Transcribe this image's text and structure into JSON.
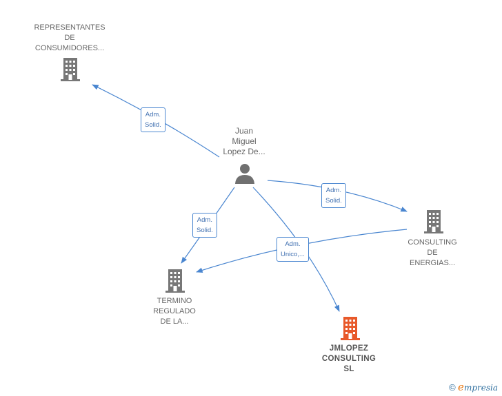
{
  "nodes": {
    "representantes": {
      "lines": [
        "REPRESENTANTES",
        "DE",
        "CONSUMIDORES..."
      ]
    },
    "person": {
      "lines": [
        "Juan",
        "Miguel",
        "Lopez De..."
      ]
    },
    "consulting_energias": {
      "lines": [
        "CONSULTING",
        "DE",
        "ENERGIAS..."
      ]
    },
    "termino": {
      "lines": [
        "TERMINO",
        "REGULADO",
        "DE LA..."
      ]
    },
    "jmlopez": {
      "lines": [
        "JMLOPEZ",
        "CONSULTING",
        "SL"
      ]
    }
  },
  "edge_labels": {
    "to_representantes": [
      "Adm.",
      "Solid."
    ],
    "to_consulting": [
      "Adm.",
      "Solid."
    ],
    "to_termino": [
      "Adm.",
      "Solid."
    ],
    "to_jmlopez": [
      "Adm.",
      "Unico,..."
    ]
  },
  "colors": {
    "edge": "#4a86d0",
    "building": "#777777",
    "main_building": "#e8592a",
    "person": "#707070"
  },
  "brand": {
    "copyright": "©",
    "initial": "e",
    "rest": "mpresia"
  }
}
